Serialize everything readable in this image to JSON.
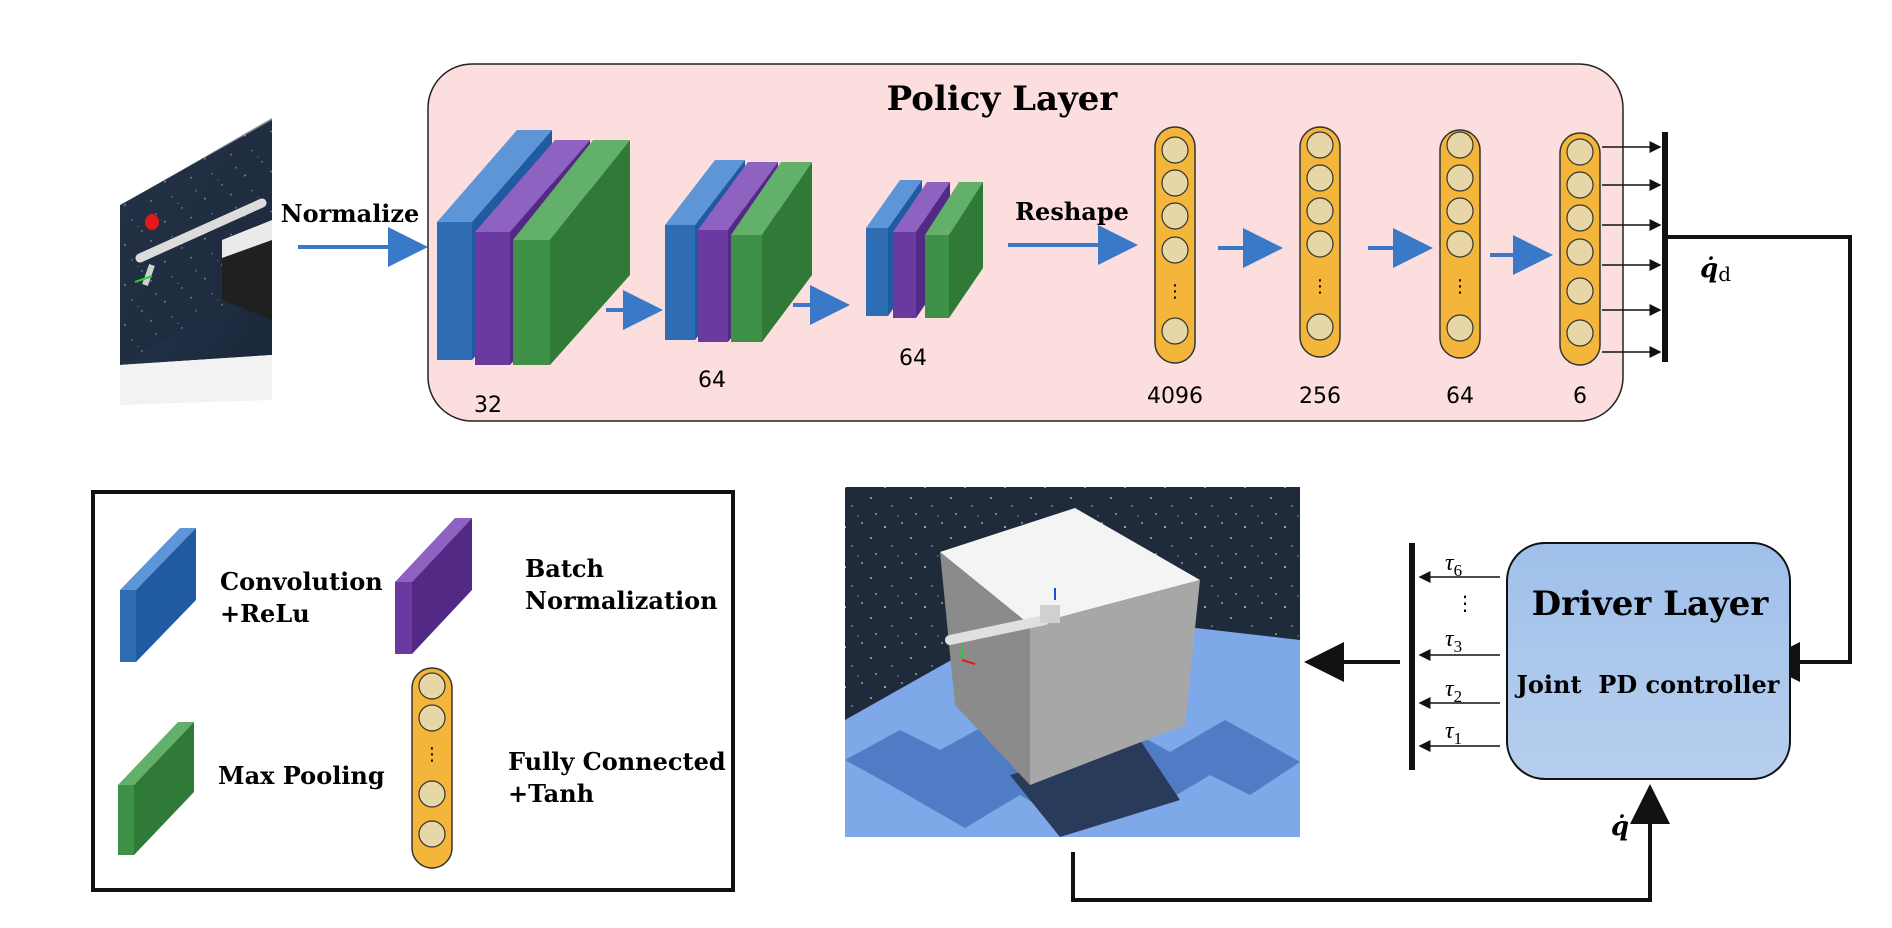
{
  "policy_layer": {
    "title": "Policy Layer",
    "input_arrow_label": "Normalize",
    "reshape_label": "Reshape",
    "conv_blocks": [
      {
        "label": "32"
      },
      {
        "label": "64"
      },
      {
        "label": "64"
      }
    ],
    "fc_layers": [
      {
        "label": "4096"
      },
      {
        "label": "256"
      },
      {
        "label": "64"
      },
      {
        "label": "6"
      }
    ],
    "output_label": "q̇",
    "output_subscript": "d"
  },
  "driver_layer": {
    "title": "Driver Layer",
    "subtitle": "Joint  PD controller",
    "torques": [
      {
        "symbol": "τ",
        "sub": "6"
      },
      {
        "symbol": "τ",
        "sub": "3"
      },
      {
        "symbol": "τ",
        "sub": "2"
      },
      {
        "symbol": "τ",
        "sub": "1"
      }
    ],
    "feedback_label": "q̇"
  },
  "legend": {
    "convolution": "Convolution\n+ReLu",
    "batch_norm": "Batch\nNormalization",
    "max_pooling": "Max Pooling",
    "fully_connected": "Fully Connected\n+Tanh"
  },
  "colors": {
    "policy_bg": "#fbdedd",
    "conv_blue": "#2e6db4",
    "batch_purple": "#6a3aa0",
    "pool_green": "#3f9147",
    "neuron_orange": "#f4b63a",
    "neuron_fill": "#e8d7a6",
    "arrow_blue": "#3a78c8",
    "driver_bg": "#a8c4e6",
    "floor_light": "#7fa8e8",
    "floor_dark": "#4f7cc4",
    "space_bg": "#1f2a3a"
  },
  "icons": [
    "robot-arm-scene-icon",
    "simulation-scene-icon"
  ]
}
